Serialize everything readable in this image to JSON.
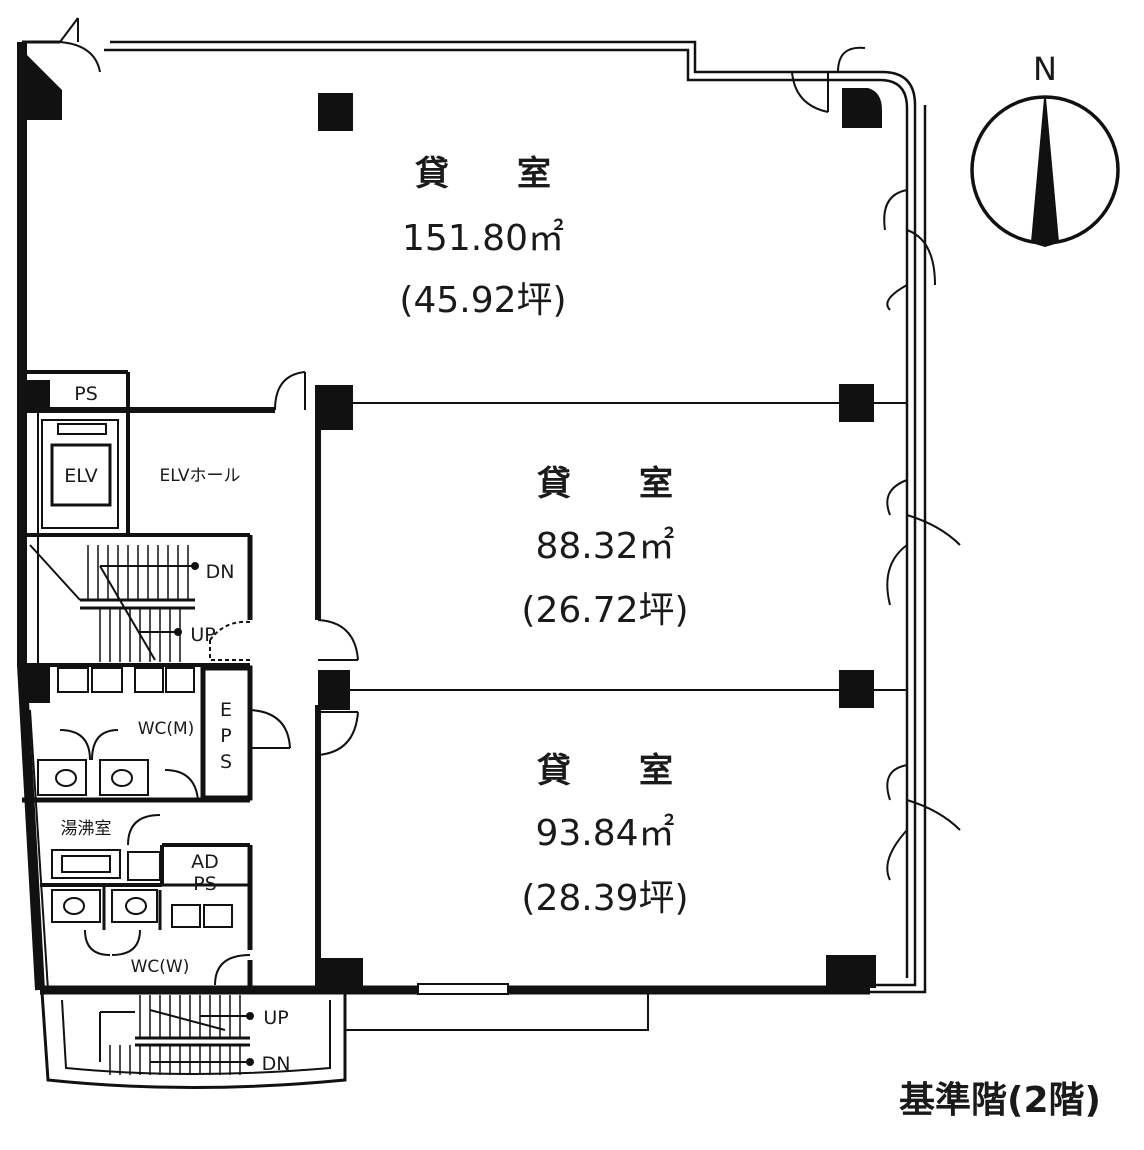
{
  "compass": {
    "north_label": "N"
  },
  "floor_title": "基準階(2階)",
  "rooms": [
    {
      "name": "貸　　室",
      "area_sqm": "151.80㎡",
      "area_tsubo": "(45.92坪)"
    },
    {
      "name": "貸　　室",
      "area_sqm": "88.32㎡",
      "area_tsubo": "(26.72坪)"
    },
    {
      "name": "貸　　室",
      "area_sqm": "93.84㎡",
      "area_tsubo": "(28.39坪)"
    }
  ],
  "labels": {
    "ps": "PS",
    "elv": "ELV",
    "elv_hall": "ELVホール",
    "stair_upper_dn": "DN",
    "stair_upper_up": "UP",
    "wc_m": "WC(M)",
    "eps_e": "E",
    "eps_p": "P",
    "eps_s": "S",
    "kitchen": "湯沸室",
    "ad": "AD",
    "ad_ps": "PS",
    "wc_w": "WC(W)",
    "stair_lower_up": "UP",
    "stair_lower_dn": "DN"
  }
}
